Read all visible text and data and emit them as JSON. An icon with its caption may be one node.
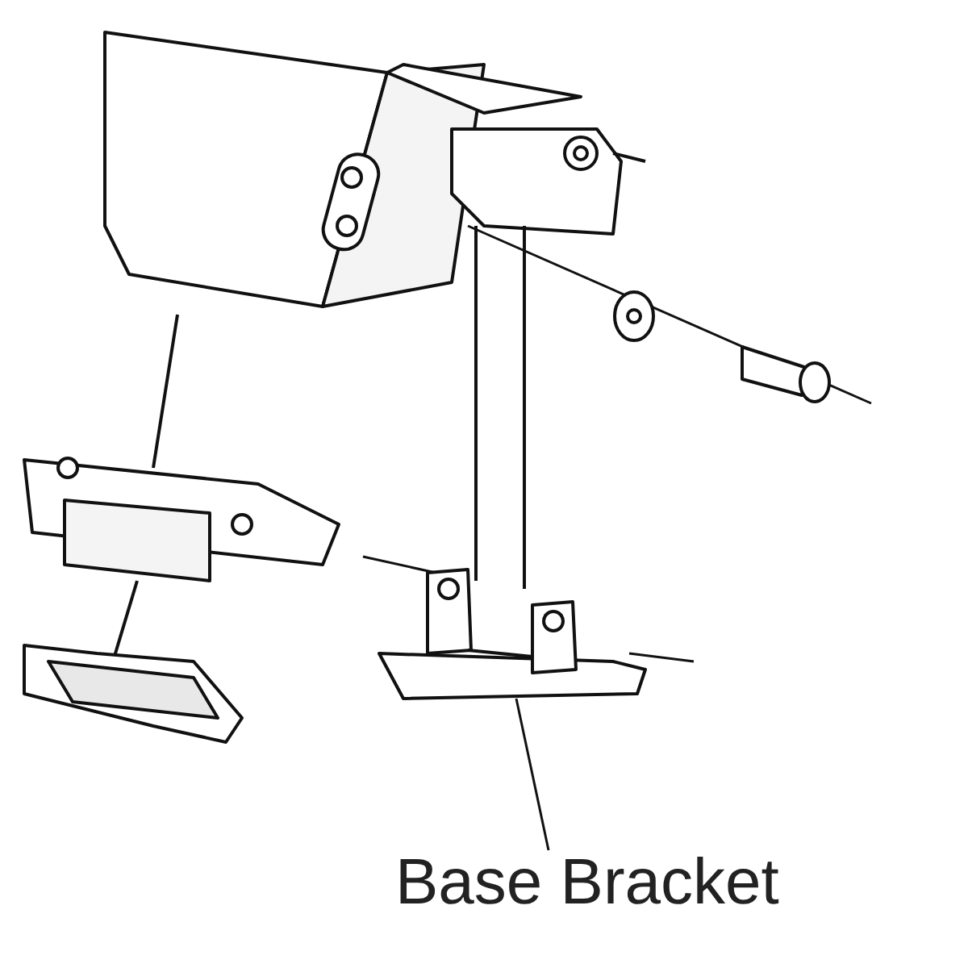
{
  "diagram": {
    "nodes": [
      {
        "text": [
          "Base Bracket"
        ]
      },
      {
        "text": [],
        "shape": "picture"
      }
    ],
    "edges": [
      {
        "from": 0,
        "to": 1,
        "arrow": "none"
      }
    ]
  }
}
